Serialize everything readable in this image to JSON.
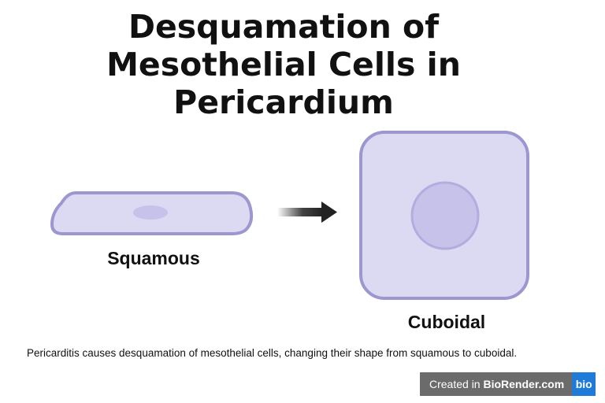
{
  "title_lines": [
    "Desquamation of",
    "Mesothelial Cells in",
    "Pericardium"
  ],
  "labels": {
    "squamous": "Squamous",
    "cuboidal": "Cuboidal"
  },
  "caption": "Pericarditis causes desquamation of mesothelial cells, changing their shape from squamous to cuboidal.",
  "badge": {
    "prefix": "Created in ",
    "brand": "BioRender.com",
    "logo": "bio"
  },
  "colors": {
    "cell_fill": "#dcd9f2",
    "cell_stroke": "#9d97d0",
    "nucleus_fill": "#c7c2ea",
    "arrow": "#222222",
    "badge_bg": "#6b6b6b",
    "badge_logo_bg": "#1f7ad8"
  },
  "icons": {
    "arrow": "arrow-right-icon"
  }
}
